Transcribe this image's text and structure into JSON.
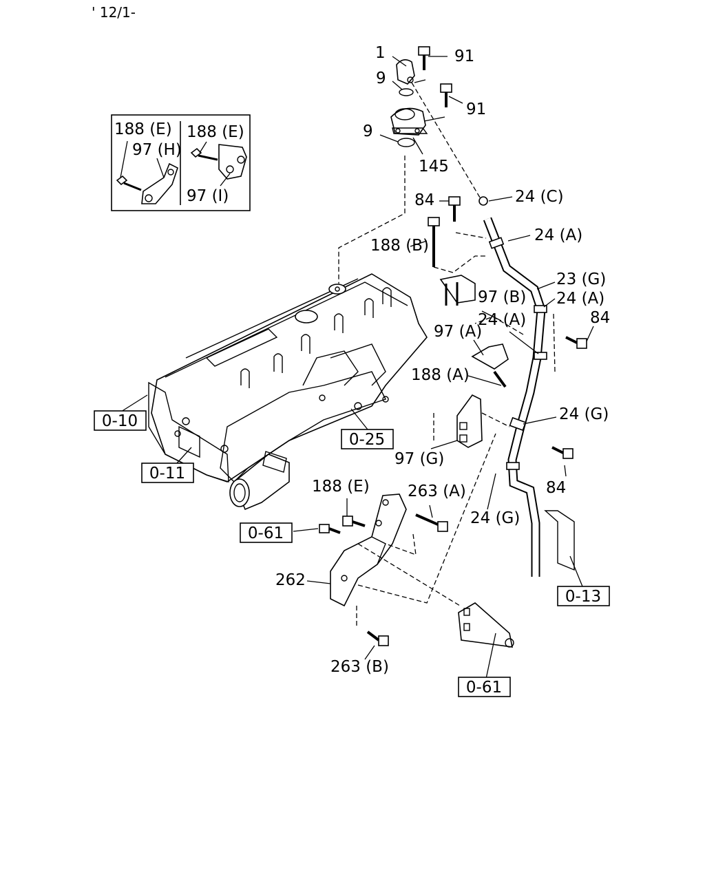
{
  "header": {
    "code": "' 12/1-"
  },
  "inset": {
    "labels": [
      "188 (E)",
      "97 (H)",
      "188 (E)",
      "97 (I)"
    ]
  },
  "labels": {
    "l1": "1",
    "l9a": "9",
    "l9b": "9",
    "l91a": "91",
    "l91b": "91",
    "l145": "145",
    "l24c": "24 (C)",
    "l84a": "84",
    "l24a1": "24 (A)",
    "l188b": "188 (B)",
    "l23g": "23 (G)",
    "l24a2": "24 (A)",
    "l97b": "97 (B)",
    "l24a3": "24 (A)",
    "l84b": "84",
    "l97a": "97 (A)",
    "l188a": "188 (A)",
    "l24g1": "24 (G)",
    "l97g": "97 (G)",
    "l84c": "84",
    "l24g2": "24 (G)",
    "l188e": "188 (E)",
    "l263a": "263 (A)",
    "l262": "262",
    "l263b": "263 (B)"
  },
  "refs": {
    "r010": "0-10",
    "r011": "0-11",
    "r025": "0-25",
    "r061a": "0-61",
    "r013": "0-13",
    "r061b": "0-61"
  }
}
